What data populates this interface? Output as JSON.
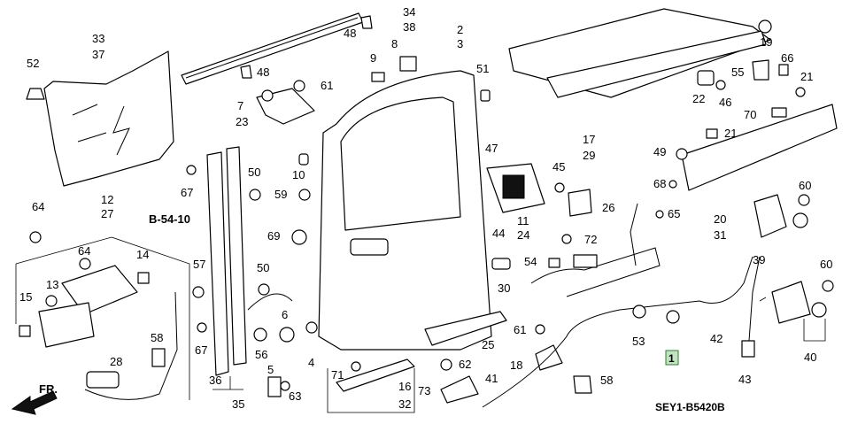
{
  "diagram": {
    "ref_code": "SEY1-B5420B",
    "section_ref": "B-54-10",
    "direction_label": "FR.",
    "highlight_label": "1",
    "highlight_color": "#4caf50",
    "labels": [
      {
        "id": "l34",
        "text": "34"
      },
      {
        "id": "l38",
        "text": "38"
      },
      {
        "id": "l48a",
        "text": "48"
      },
      {
        "id": "l2",
        "text": "2"
      },
      {
        "id": "l3",
        "text": "3"
      },
      {
        "id": "l33",
        "text": "33"
      },
      {
        "id": "l37",
        "text": "37"
      },
      {
        "id": "l52",
        "text": "52"
      },
      {
        "id": "l48b",
        "text": "48"
      },
      {
        "id": "l9",
        "text": "9"
      },
      {
        "id": "l8",
        "text": "8"
      },
      {
        "id": "l61a",
        "text": "61"
      },
      {
        "id": "l7",
        "text": "7"
      },
      {
        "id": "l23",
        "text": "23"
      },
      {
        "id": "l51",
        "text": "51"
      },
      {
        "id": "l19",
        "text": "19"
      },
      {
        "id": "l55",
        "text": "55"
      },
      {
        "id": "l66",
        "text": "66"
      },
      {
        "id": "l22",
        "text": "22"
      },
      {
        "id": "l46",
        "text": "46"
      },
      {
        "id": "l21a",
        "text": "21"
      },
      {
        "id": "l70",
        "text": "70"
      },
      {
        "id": "l21b",
        "text": "21"
      },
      {
        "id": "l17",
        "text": "17"
      },
      {
        "id": "l29",
        "text": "29"
      },
      {
        "id": "l49",
        "text": "49"
      },
      {
        "id": "l47",
        "text": "47"
      },
      {
        "id": "l45",
        "text": "45"
      },
      {
        "id": "l67a",
        "text": "67"
      },
      {
        "id": "l50a",
        "text": "50"
      },
      {
        "id": "l10",
        "text": "10"
      },
      {
        "id": "l59",
        "text": "59"
      },
      {
        "id": "l64",
        "text": "64"
      },
      {
        "id": "l12",
        "text": "12"
      },
      {
        "id": "l27",
        "text": "27"
      },
      {
        "id": "l11",
        "text": "11"
      },
      {
        "id": "l24",
        "text": "24"
      },
      {
        "id": "l26",
        "text": "26"
      },
      {
        "id": "l68",
        "text": "68"
      },
      {
        "id": "l65",
        "text": "65"
      },
      {
        "id": "l60a",
        "text": "60"
      },
      {
        "id": "l20",
        "text": "20"
      },
      {
        "id": "l31",
        "text": "31"
      },
      {
        "id": "l69",
        "text": "69"
      },
      {
        "id": "l44",
        "text": "44"
      },
      {
        "id": "l72",
        "text": "72"
      },
      {
        "id": "l64b",
        "text": "64"
      },
      {
        "id": "l14",
        "text": "14"
      },
      {
        "id": "l54",
        "text": "54"
      },
      {
        "id": "l39",
        "text": "39"
      },
      {
        "id": "l60b",
        "text": "60"
      },
      {
        "id": "l57",
        "text": "57"
      },
      {
        "id": "l50b",
        "text": "50"
      },
      {
        "id": "l30",
        "text": "30"
      },
      {
        "id": "l13",
        "text": "13"
      },
      {
        "id": "l15",
        "text": "15"
      },
      {
        "id": "l6",
        "text": "6"
      },
      {
        "id": "l53",
        "text": "53"
      },
      {
        "id": "l42",
        "text": "42"
      },
      {
        "id": "l67b",
        "text": "67"
      },
      {
        "id": "l58a",
        "text": "58"
      },
      {
        "id": "l56",
        "text": "56"
      },
      {
        "id": "l4",
        "text": "4"
      },
      {
        "id": "l61b",
        "text": "61"
      },
      {
        "id": "l40",
        "text": "40"
      },
      {
        "id": "l28",
        "text": "28"
      },
      {
        "id": "l25",
        "text": "25"
      },
      {
        "id": "l18",
        "text": "18"
      },
      {
        "id": "l62",
        "text": "62"
      },
      {
        "id": "l71",
        "text": "71"
      },
      {
        "id": "l5",
        "text": "5"
      },
      {
        "id": "l36",
        "text": "36"
      },
      {
        "id": "l41",
        "text": "41"
      },
      {
        "id": "l43",
        "text": "43"
      },
      {
        "id": "l58b",
        "text": "58"
      },
      {
        "id": "l16",
        "text": "16"
      },
      {
        "id": "l73",
        "text": "73"
      },
      {
        "id": "l63",
        "text": "63"
      },
      {
        "id": "l35",
        "text": "35"
      },
      {
        "id": "l32",
        "text": "32"
      }
    ]
  }
}
